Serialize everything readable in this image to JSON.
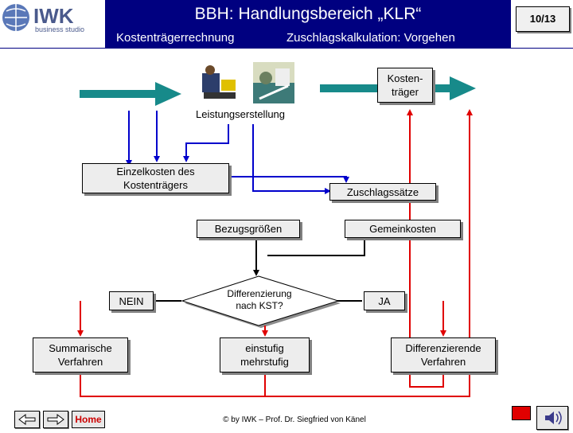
{
  "header": {
    "title": "BBH: Handlungsbereich „KLR“",
    "subtitle_left": "Kostenträgerrechnung",
    "subtitle_right": "Zuschlagskalkulation: Vorgehen",
    "page_number": "10/13",
    "logo_main": "IWK",
    "logo_sub": "business studio"
  },
  "diagram": {
    "kostentraeger": [
      "Kosten-",
      "träger"
    ],
    "leistungserstellung": "Leistungserstellung",
    "einzelkosten": [
      "Einzelkosten des",
      "Kostenträgers"
    ],
    "zuschlagssaetze": "Zuschlagssätze",
    "bezugsgroessen": "Bezugsgrößen",
    "gemeinkosten": "Gemeinkosten",
    "nein": "NEIN",
    "ja": "JA",
    "differenzierung": [
      "Differenzierung",
      "nach KST?"
    ],
    "summarische": [
      "Summarische",
      "Verfahren"
    ],
    "stufig": [
      "einstufig",
      "mehrstufig"
    ],
    "differenzierende": [
      "Differenzierende",
      "Verfahren"
    ]
  },
  "footer": {
    "home_label": "Home",
    "copyright": "© by IWK – Prof. Dr. Siegfried von Känel"
  },
  "colors": {
    "header_bg": "#000080",
    "teal_arrow": "#178a8a",
    "blue_line": "#0000cc",
    "red_line": "#e00000"
  },
  "icons": [
    "back-arrow-icon",
    "forward-arrow-icon",
    "speaker-icon",
    "worker-photo-icon",
    "machine-photo-icon"
  ]
}
